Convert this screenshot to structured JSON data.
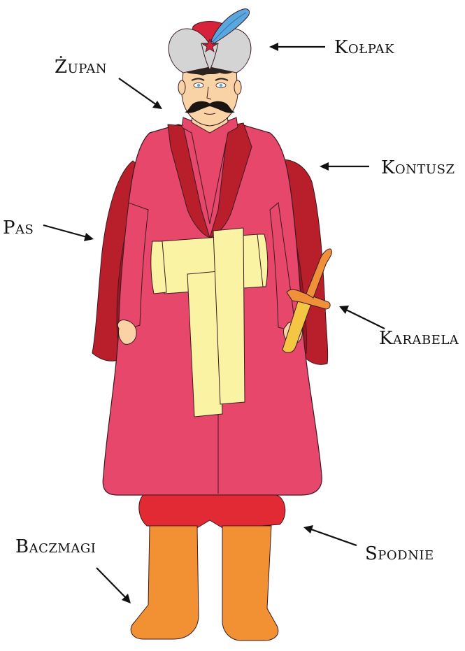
{
  "labels": {
    "kolpak": "Kołpak",
    "zupan": "Żupan",
    "kontusz": "Kontusz",
    "pas": "Pas",
    "karabela": "Karabela",
    "baczmagi": "Baczmagi",
    "spodnie": "Spodnie"
  },
  "colors": {
    "coat": "#e6476a",
    "coat_outline": "#3a1a22",
    "kontusz_cloak": "#b81f2b",
    "kontusz_lining": "#9a1620",
    "sash": "#fbf3a4",
    "trousers": "#e12a34",
    "boots": "#f19133",
    "skin": "#f9d2a5",
    "turban": "#d4d4d4",
    "turban_top": "#d6223a",
    "feather": "#5aa7e0",
    "sword_hilt": "#f0913a",
    "sword_blade": "#f5c544",
    "arrow": "#111111"
  }
}
